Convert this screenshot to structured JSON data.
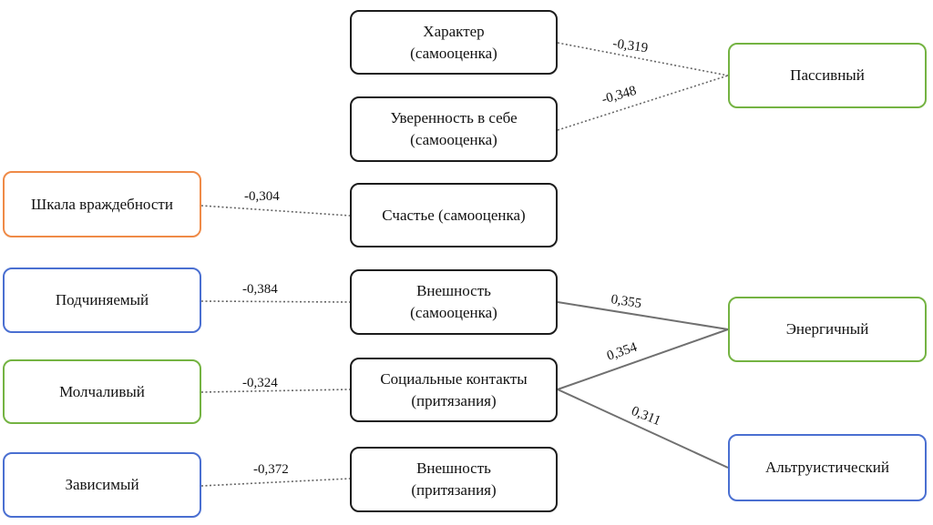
{
  "colors": {
    "center_border": "#1c1c1c",
    "orange": "#ef8a47",
    "blue": "#4a6fd1",
    "green": "#74b342",
    "dotted_edge": "#666666",
    "solid_edge": "#707070"
  },
  "nodes": {
    "kharakter": "Характер\n(самооценка)",
    "uverennost": "Уверенность в себе\n(самооценка)",
    "schastye": "Счастье (самооценка)",
    "vneshnost_s": "Внешность\n(самооценка)",
    "socialnye": "Социальные контакты\n(притязания)",
    "vneshnost_p": "Внешность\n(притязания)",
    "shkala": "Шкала враждебности",
    "podchinyaemyi": "Подчиняемый",
    "molchalivyi": "Молчаливый",
    "zavisimyi": "Зависимый",
    "passivnyi": "Пассивный",
    "energichnyi": "Энергичный",
    "altruisticheskii": "Альтруистический"
  },
  "edges": [
    {
      "from": "kharakter",
      "to": "passivnyi",
      "value": "-0,319",
      "style": "dotted"
    },
    {
      "from": "uverennost",
      "to": "passivnyi",
      "value": "-0,348",
      "style": "dotted"
    },
    {
      "from": "shkala",
      "to": "schastye",
      "value": "-0,304",
      "style": "dotted"
    },
    {
      "from": "podchinyaemyi",
      "to": "vneshnost_s",
      "value": "-0,384",
      "style": "dotted"
    },
    {
      "from": "vneshnost_s",
      "to": "energichnyi",
      "value": "0,355",
      "style": "solid"
    },
    {
      "from": "socialnye",
      "to": "energichnyi",
      "value": "0,354",
      "style": "solid"
    },
    {
      "from": "socialnye",
      "to": "altruisticheskii",
      "value": "0,311",
      "style": "solid"
    },
    {
      "from": "molchalivyi",
      "to": "socialnye",
      "value": "-0,324",
      "style": "dotted"
    },
    {
      "from": "zavisimyi",
      "to": "vneshnost_p",
      "value": "-0,372",
      "style": "dotted"
    }
  ]
}
